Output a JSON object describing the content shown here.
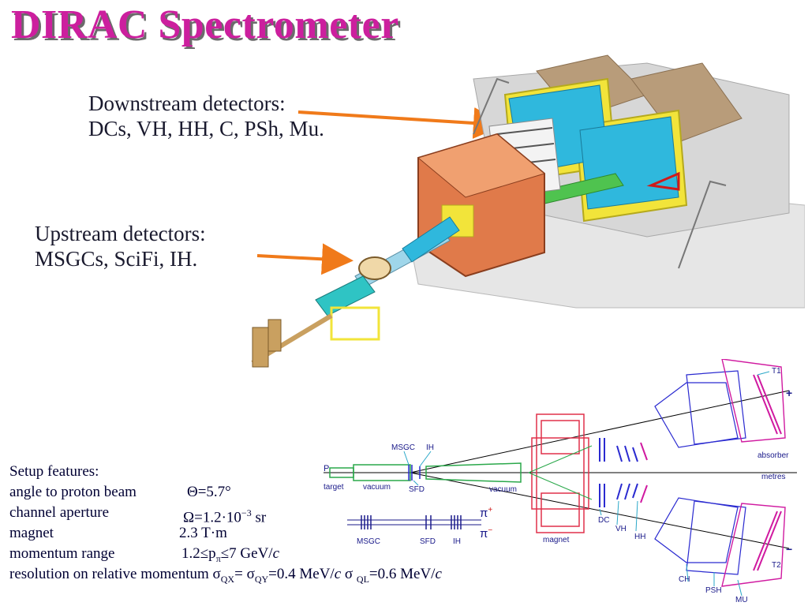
{
  "title": "DIRAC Spectrometer",
  "downstream": {
    "heading": "Downstream detectors:",
    "list": "DCs, VH, HH, C, PSh, Mu."
  },
  "upstream": {
    "heading": "Upstream detectors:",
    "list": "MSGCs, SciFi, IH."
  },
  "features": {
    "heading": "Setup features:",
    "angle_label": "angle to proton beam",
    "angle_value": "Θ=5.7°",
    "aperture_label": "channel aperture",
    "aperture_value": "Ω=1.2·10",
    "aperture_exp": "−3",
    "aperture_unit": " sr",
    "magnet_label": "magnet",
    "magnet_value": "2.3 T·m",
    "momentum_label": "momentum range",
    "momentum_value": "1.2≤p",
    "momentum_sub": "π",
    "momentum_value2": "≤7 GeV/",
    "momentum_c": "c",
    "resolution_label": "resolution on relative momentum",
    "res_sym1": "σ",
    "res_sub1": "QX",
    "res_eq1": "= ",
    "res_sym2": "σ",
    "res_sub2": "QY",
    "res_eq2": "=0.4 MeV/",
    "res_c1": "c",
    "res_sym3": " σ ",
    "res_sub3": "QL",
    "res_eq3": "=0.6 MeV/",
    "res_c2": "c"
  },
  "schematic": {
    "P": "P",
    "target": "target",
    "vacuum1": "vacuum",
    "MSGC": "MSGC",
    "IH": "IH",
    "SFD": "SFD",
    "vacuum2": "vacuum",
    "magnet": "magnet",
    "DC": "DC",
    "VH": "VH",
    "HH": "HH",
    "CH": "CH",
    "PSH": "PSH",
    "MU": "MU",
    "T1": "T1",
    "T2": "T2",
    "absorber": "absorber",
    "metres": "metres",
    "plus": "+",
    "minus": "−",
    "MSGC2": "MSGC",
    "SFD2": "SFD",
    "IH2": "IH",
    "pi_plus": "π",
    "pi_plus_sup": "+",
    "pi_minus": "π",
    "pi_minus_sup": "−"
  },
  "colors": {
    "title": "#cc1f9e",
    "arrow": "#f07a1a",
    "magnet": "#e0304a",
    "green": "#2aa84a",
    "blue": "#2a2ad0",
    "magenta": "#d01aa0"
  }
}
